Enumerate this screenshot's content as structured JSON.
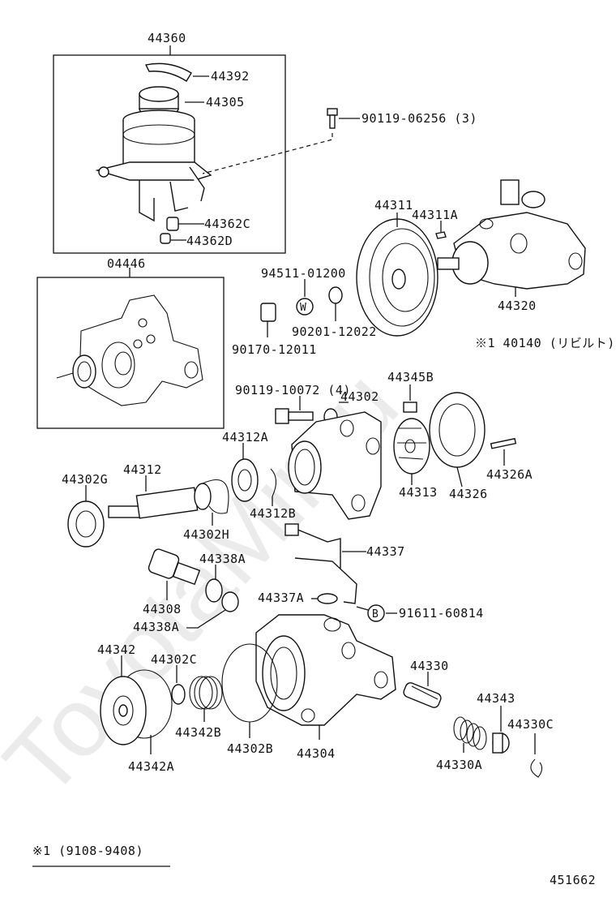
{
  "watermark": "ToyotaMir.ru",
  "diagram_id": "451662",
  "footnote": "※1 (9108-9408)",
  "groups": {
    "reservoir": "44360",
    "gasket_kit": "04446"
  },
  "labels": {
    "p44392": "44392",
    "p44305": "44305",
    "p90119_06256": "90119-06256 (3)",
    "p44362C": "44362C",
    "p44362D": "44362D",
    "p44311": "44311",
    "p44311A": "44311A",
    "p94511": "94511-01200",
    "p90201": "90201-12022",
    "p90170": "90170-12011",
    "p44320": "44320",
    "p40140": "※1 40140 (リビルト)",
    "p90119_10072": "90119-10072 (4)",
    "p44302": "44302",
    "p44345B": "44345B",
    "p44312A": "44312A",
    "p44312": "44312",
    "p44302G": "44302G",
    "p44312B": "44312B",
    "p44313": "44313",
    "p44326": "44326",
    "p44326A": "44326A",
    "p44302H": "44302H",
    "p44337": "44337",
    "p44338A_top": "44338A",
    "p44308": "44308",
    "p44338A_bot": "44338A",
    "p44337A": "44337A",
    "p91611": "91611-60814",
    "p44342": "44342",
    "p44302C": "44302C",
    "p44330": "44330",
    "p44343": "44343",
    "p44330C": "44330C",
    "p44342B": "44342B",
    "p44302B": "44302B",
    "p44304": "44304",
    "p44342A": "44342A",
    "p44330A": "44330A",
    "w_mark": "W",
    "b_mark": "B"
  }
}
